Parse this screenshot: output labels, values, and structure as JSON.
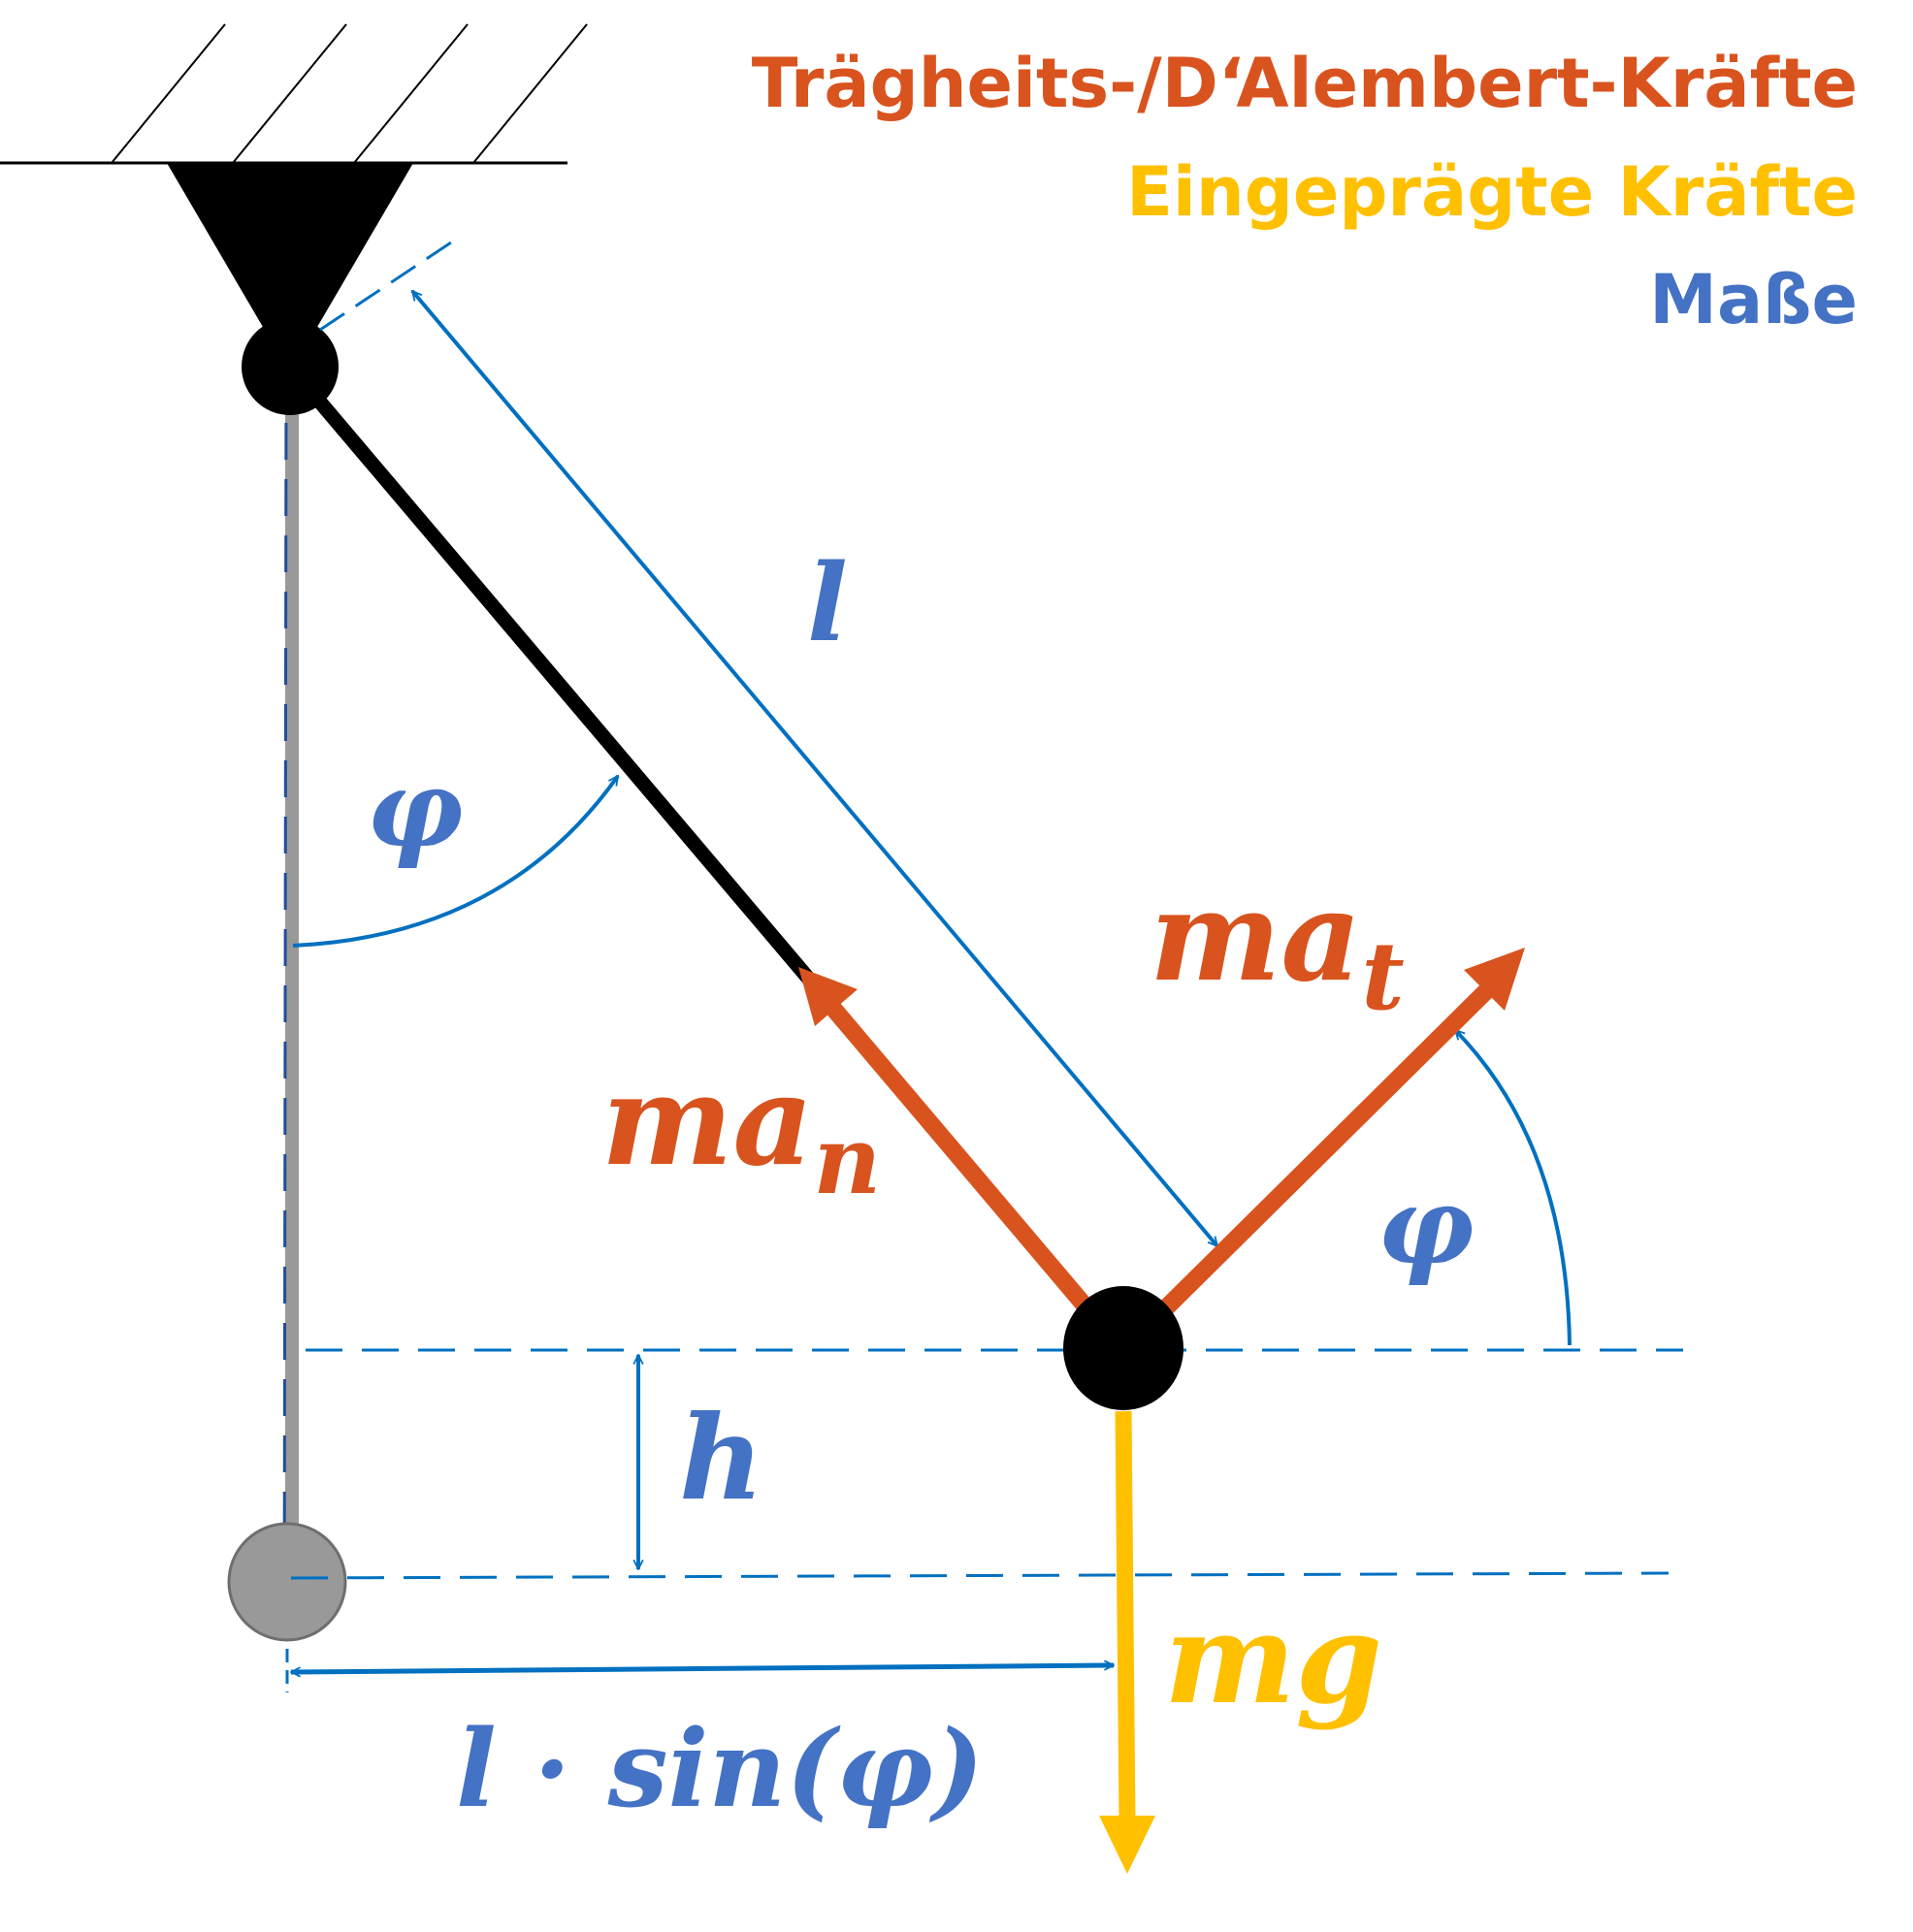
{
  "legend": {
    "inertia_label": "Trägheits-/D‘Alembert-Kräfte",
    "applied_label": "Eingeprägte Kräfte",
    "dimensions_label": "Maße"
  },
  "labels": {
    "length": "l",
    "angle_top": "φ",
    "angle_right": "φ",
    "normal_force": "ma",
    "normal_force_sub": "n",
    "tangential_force": "ma",
    "tangential_force_sub": "t",
    "height": "h",
    "horizontal_distance": "l · sin(φ)",
    "weight_force": "mg"
  },
  "colors": {
    "inertia": "#d9531e",
    "applied": "#ffc000",
    "dimension_text": "#4472c4",
    "dimension_line": "#0070c0",
    "rod": "#000000",
    "rest_rod": "#999999"
  }
}
